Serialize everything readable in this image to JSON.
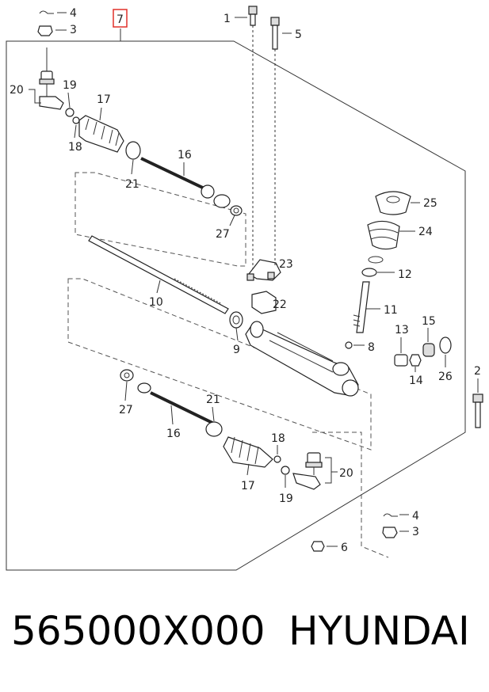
{
  "callouts": {
    "c1": "1",
    "c2": "2",
    "c3a": "3",
    "c3b": "3",
    "c4a": "4",
    "c4b": "4",
    "c5": "5",
    "c6": "6",
    "c7": "7",
    "c8": "8",
    "c9": "9",
    "c10": "10",
    "c11": "11",
    "c12": "12",
    "c13": "13",
    "c14": "14",
    "c15": "15",
    "c16a": "16",
    "c16b": "16",
    "c17a": "17",
    "c17b": "17",
    "c18a": "18",
    "c18b": "18",
    "c19a": "19",
    "c19b": "19",
    "c20a": "20",
    "c20b": "20",
    "c21a": "21",
    "c21b": "21",
    "c22": "22",
    "c23": "23",
    "c24": "24",
    "c25": "25",
    "c26": "26",
    "c27a": "27",
    "c27b": "27"
  },
  "highlight_color": "#e0302a",
  "caption": {
    "part_number": "565000X000",
    "brand": "HYUNDAI"
  }
}
